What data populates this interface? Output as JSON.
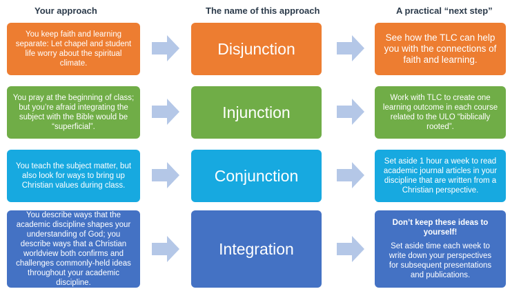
{
  "headers": {
    "approach": "Your approach",
    "name": "The name of this approach",
    "next_step": "A practical “next step”"
  },
  "rows": [
    {
      "approach": "You keep faith and learning separate: Let chapel and student life worry about the spiritual climate.",
      "name": "Disjunction",
      "next_step": "See how the TLC can help you with the connections of faith and learning.",
      "color": "#ed7d31"
    },
    {
      "approach": "You pray at the beginning of class; but you’re afraid integrating the subject with the Bible would be “superficial”.",
      "name": "Injunction",
      "next_step": "Work with TLC to create one learning outcome in each course related to the ULO “biblically rooted”.",
      "color": "#70ad47"
    },
    {
      "approach": "You teach the subject matter, but also look for ways to bring up Christian values during class.",
      "name": "Conjunction",
      "next_step": "Set aside 1 hour a week to read academic journal articles in your discipline that are written from a Christian perspective.",
      "color": "#17a9e0"
    },
    {
      "approach": "You describe ways that the academic discipline shapes your understanding of God; you describe ways that a Christian worldview both confirms and challenges commonly-held ideas throughout your academic discipline.",
      "name": "Integration",
      "next_step_title": "Don’t keep these ideas to yourself!",
      "next_step": "Set aside time each week to write down your perspectives for subsequent presentations and publications.",
      "color": "#4472c4"
    }
  ],
  "arrow_color": "#b4c7e7"
}
